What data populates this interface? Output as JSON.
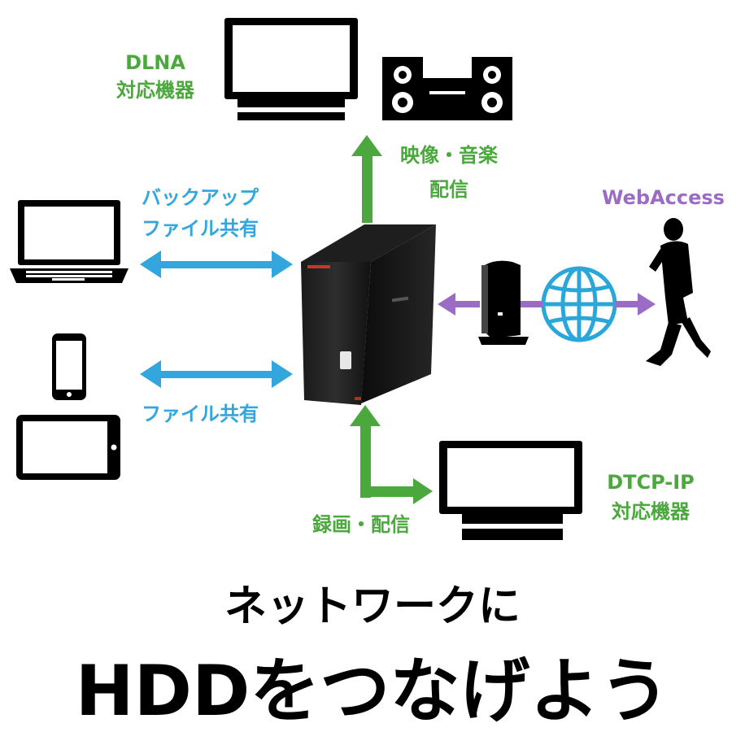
{
  "labels": {
    "dlna_line1": "DLNA",
    "dlna_line2": "対応機器",
    "stream_line1": "映像・音楽",
    "stream_line2": "配信",
    "backup_line1": "バックアップ",
    "backup_line2": "ファイル共有",
    "webaccess": "WebAccess",
    "fileshare": "ファイル共有",
    "record": "録画・配信",
    "dtcp_line1": "DTCP-IP",
    "dtcp_line2": "対応機器"
  },
  "headline": {
    "line1": "ネットワークに",
    "line2": "HDDをつなげよう"
  },
  "colors": {
    "green": "#4aa83c",
    "blue": "#33a6dd",
    "purple": "#9a6cc4",
    "globe": "#2aa7d9",
    "ink": "#000000"
  },
  "icons": [
    "tv-icon",
    "stereo-icon",
    "laptop-icon",
    "smartphone-icon",
    "tablet-icon",
    "hdd-nas-icon",
    "router-icon",
    "globe-icon",
    "person-icon",
    "monitor-icon"
  ]
}
